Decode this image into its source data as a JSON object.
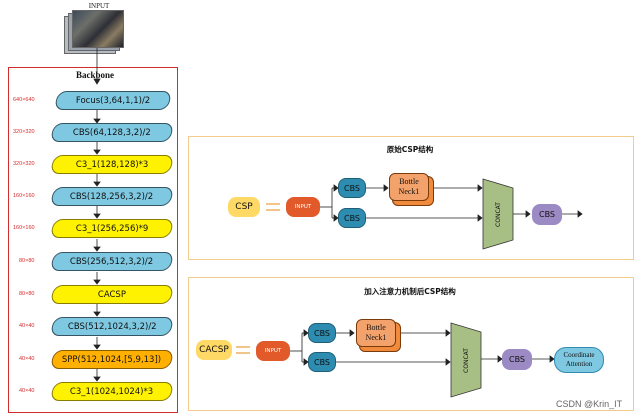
{
  "input_label": "INPUT",
  "backbone": {
    "title": "Backbone",
    "rows": [
      {
        "res": "640×640",
        "label": "Focus(3,64,1,1)/2",
        "color": "blue"
      },
      {
        "res": "320×320",
        "label": "CBS(64,128,3,2)/2",
        "color": "blue"
      },
      {
        "res": "320×320",
        "label": "C3_1(128,128)*3",
        "color": "yellow"
      },
      {
        "res": "160×160",
        "label": "CBS(128,256,3,2)/2",
        "color": "blue"
      },
      {
        "res": "160×160",
        "label": "C3_1(256,256)*9",
        "color": "yellow"
      },
      {
        "res": "80×80",
        "label": "CBS(256,512,3,2)/2",
        "color": "blue"
      },
      {
        "res": "80×80",
        "label": "CACSP",
        "color": "yellow"
      },
      {
        "res": "40×40",
        "label": "CBS(512,1024,3,2)/2",
        "color": "blue"
      },
      {
        "res": "40×40",
        "label": "SPP(512,1024,[5,9,13])",
        "color": "orange"
      },
      {
        "res": "40×40",
        "label": "C3_1(1024,1024)*3",
        "color": "yellow"
      }
    ]
  },
  "panel_original": {
    "title": "原始CSP结构",
    "csp": "CSP",
    "input": "INPUT",
    "cbs_top": "CBS",
    "cbs_bottom": "CBS",
    "bottleneck": [
      "Bottle",
      "Neck1"
    ],
    "concat": "CONCAT",
    "cbs_out": "CBS"
  },
  "panel_attention": {
    "title": "加入注意力机制后CSP结构",
    "cacsp": "CACSP",
    "input": "INPUT",
    "cbs_top": "CBS",
    "cbs_bottom": "CBS",
    "bottleneck": [
      "Bottle",
      "Neck1"
    ],
    "concat": "CONCAT",
    "cbs_out": "CBS",
    "coord": [
      "Coordinate",
      "Attention"
    ]
  },
  "watermark": "CSDN @Krin_IT"
}
